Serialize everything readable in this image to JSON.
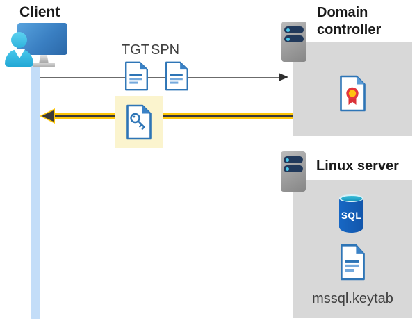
{
  "client": {
    "label": "Client"
  },
  "messages": {
    "tgt": "TGT",
    "spn": "SPN"
  },
  "domain_controller": {
    "label": "Domain controller"
  },
  "linux_server": {
    "label": "Linux server",
    "database_label": "SQL",
    "keytab_file": "mssql.keytab"
  },
  "colors": {
    "doc_blue": "#2e75b6",
    "gold_arrow": "#fdc608",
    "highlight_yellow": "#fbf4ce",
    "panel_gray": "#d8d8d8",
    "lifeline_blue": "#c3ddf8",
    "server_slot_navy": "#21395b",
    "server_dot_cyan": "#49c8ea",
    "sql_blue": "#1460be",
    "cert_red": "#e5373c",
    "cert_gold": "#ffc30e"
  }
}
